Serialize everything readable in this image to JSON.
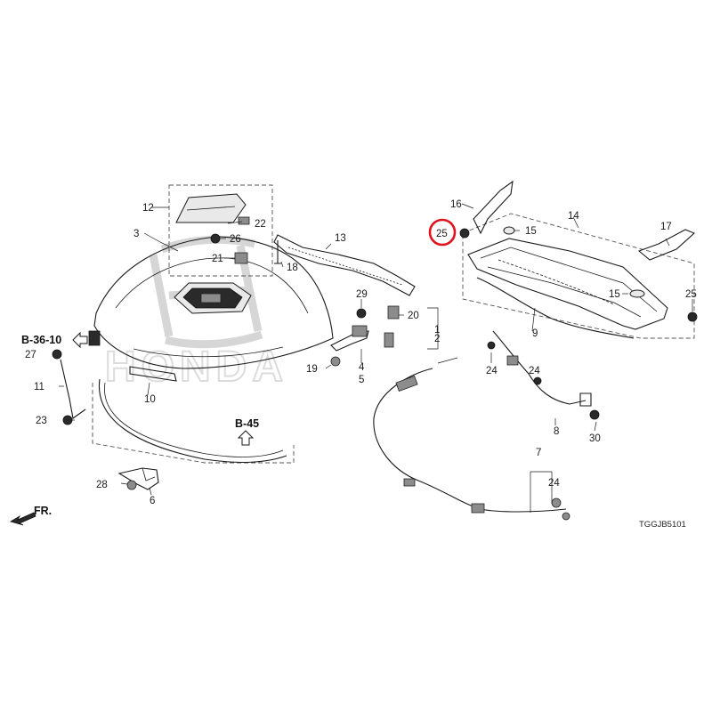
{
  "watermark": {
    "text": "HONDA"
  },
  "callouts": [
    "1",
    "2",
    "3",
    "4",
    "5",
    "6",
    "7",
    "8",
    "9",
    "10",
    "11",
    "12",
    "13",
    "14",
    "15",
    "15",
    "16",
    "17",
    "18",
    "19",
    "20",
    "21",
    "22",
    "23",
    "24",
    "24",
    "24",
    "25",
    "25",
    "26",
    "27",
    "28",
    "29",
    "30"
  ],
  "references": [
    "B-36-10",
    "B-45"
  ],
  "direction": "FR.",
  "drawing_code": "TGGJB5101",
  "highlight": {
    "callout": "25",
    "color": "#e0141e"
  }
}
